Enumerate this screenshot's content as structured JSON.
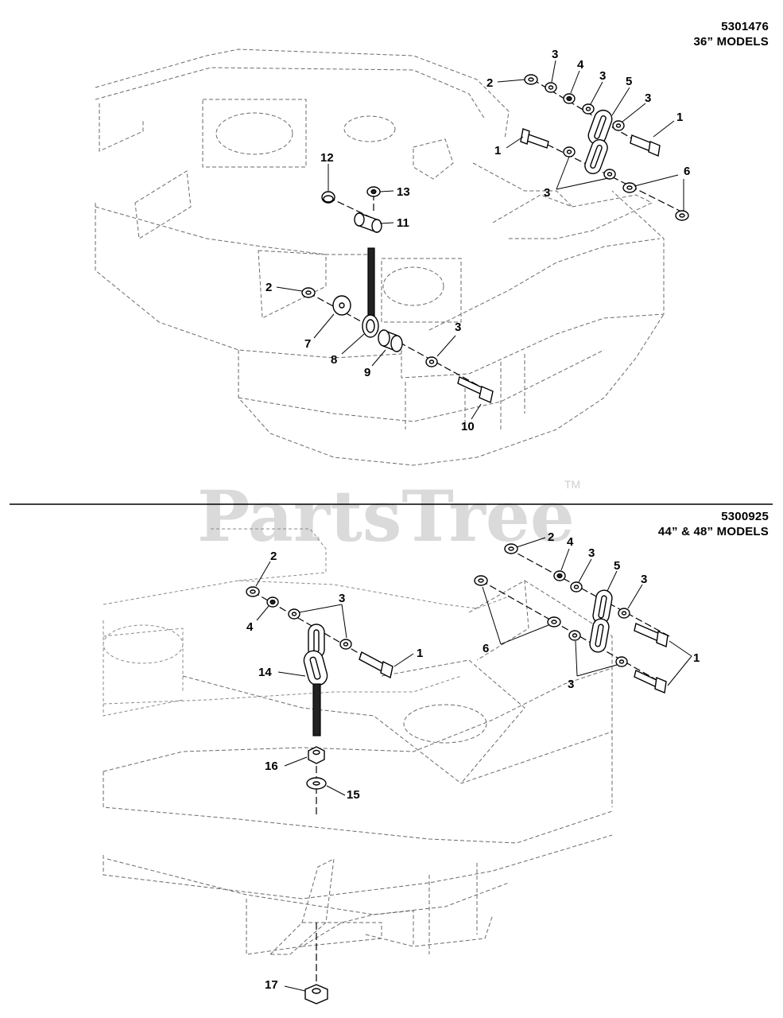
{
  "top_section": {
    "part_number": "5301476",
    "models": "36” MODELS",
    "callouts": [
      "1",
      "1",
      "2",
      "2",
      "3",
      "3",
      "3",
      "3",
      "3",
      "4",
      "5",
      "6",
      "7",
      "8",
      "9",
      "10",
      "11",
      "12",
      "13"
    ]
  },
  "bottom_section": {
    "part_number": "5300925",
    "models": "44” & 48” MODELS",
    "callouts": [
      "1",
      "1",
      "2",
      "2",
      "3",
      "3",
      "3",
      "3",
      "4",
      "4",
      "5",
      "6",
      "14",
      "15",
      "16",
      "17"
    ]
  },
  "watermark": {
    "text": "PartsTree",
    "trademark": "TM"
  }
}
